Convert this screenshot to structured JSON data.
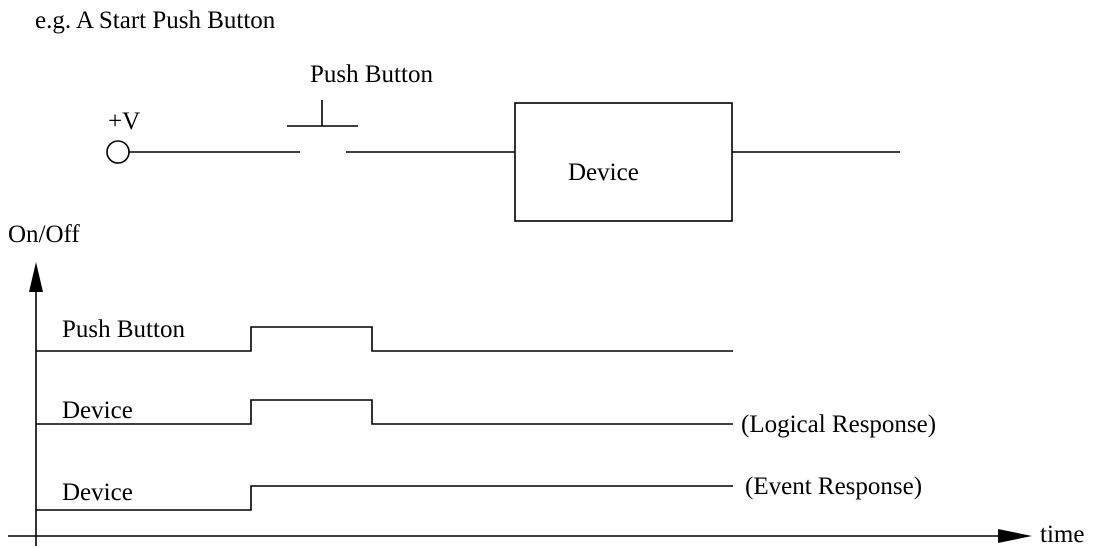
{
  "caption": "e.g. A Start Push Button",
  "circuit": {
    "supply_label": "+V",
    "switch_label": "Push Button",
    "device_label": "Device"
  },
  "timing": {
    "y_axis_label": "On/Off",
    "x_axis_label": "time",
    "signals": [
      {
        "label": "Push Button",
        "note": ""
      },
      {
        "label": "Device",
        "note": "(Logical Response)"
      },
      {
        "label": "Device",
        "note": "(Event Response)"
      }
    ]
  }
}
